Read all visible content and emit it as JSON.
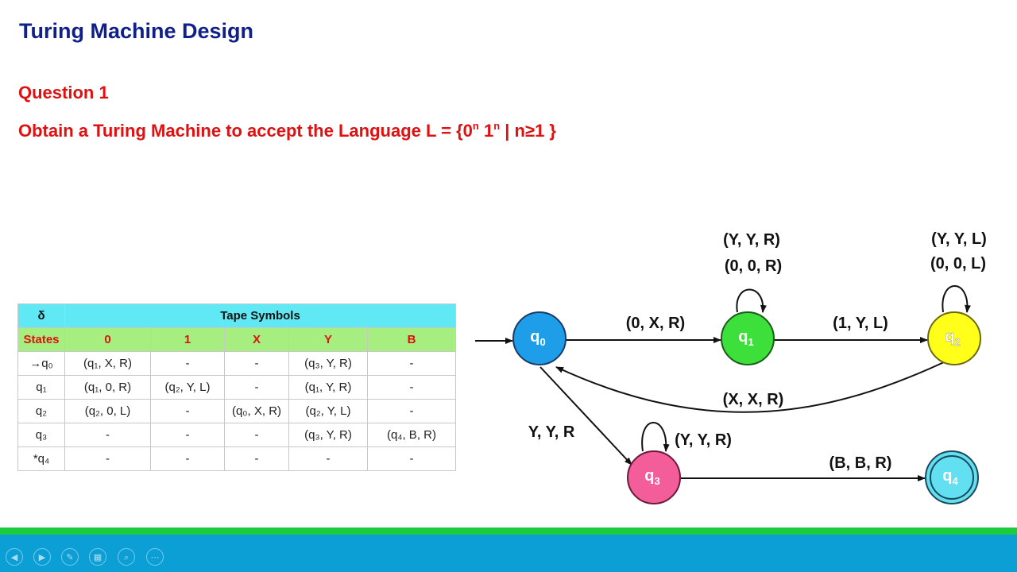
{
  "slide": {
    "title": "Turing Machine Design",
    "question_label": "Question 1",
    "question_text_prefix": "Obtain a Turing Machine to accept the Language L = {0",
    "question_sup1": "n",
    "question_mid": " 1",
    "question_sup2": "n",
    "question_suffix": " | n≥1 }"
  },
  "table": {
    "delta": "δ",
    "tape_symbols": "Tape Symbols",
    "states_header": "States",
    "columns": [
      "0",
      "1",
      "X",
      "Y",
      "B"
    ],
    "rows": [
      {
        "state": "→q₀",
        "cells": [
          "(q₁, X, R)",
          "-",
          "-",
          "(q₃, Y, R)",
          "-"
        ]
      },
      {
        "state": "q₁",
        "cells": [
          "(q₁, 0, R)",
          "(q₂, Y, L)",
          "-",
          "(q₁, Y, R)",
          "-"
        ]
      },
      {
        "state": "q₂",
        "cells": [
          "(q₂, 0, L)",
          "-",
          "(q₀, X, R)",
          "(q₂, Y, L)",
          "-"
        ]
      },
      {
        "state": "q₃",
        "cells": [
          "-",
          "-",
          "-",
          "(q₃, Y, R)",
          "(q₄, B, R)"
        ]
      },
      {
        "state": "*q₄",
        "cells": [
          "-",
          "-",
          "-",
          "-",
          "-"
        ]
      }
    ]
  },
  "diagram": {
    "states": [
      {
        "id": "q0",
        "base": "q",
        "sub": "0",
        "fill": "#1e9ee8"
      },
      {
        "id": "q1",
        "base": "q",
        "sub": "1",
        "fill": "#3de03a"
      },
      {
        "id": "q2",
        "base": "q",
        "sub": "2",
        "fill": "#ffff1a"
      },
      {
        "id": "q3",
        "base": "q",
        "sub": "3",
        "fill": "#f25d9a"
      },
      {
        "id": "q4",
        "base": "q",
        "sub": "4",
        "fill": "#62dff0"
      }
    ],
    "transitions": {
      "q0_q1": "(0, X, R)",
      "q1_q2": "(1, Y, L)",
      "q2_q0": "(X, X, R)",
      "q0_q3": "Y, Y, R",
      "q3_q4": "(B, B, R)",
      "q1_loop_a": "(Y, Y, R)",
      "q1_loop_b": "(0, 0, R)",
      "q2_loop_a": "(Y, Y, L)",
      "q2_loop_b": "(0, 0, L)",
      "q3_loop": "(Y, Y, R)"
    }
  },
  "controls": [
    "prev-icon",
    "next-icon",
    "pen-icon",
    "slides-icon",
    "zoom-icon",
    "more-icon"
  ]
}
